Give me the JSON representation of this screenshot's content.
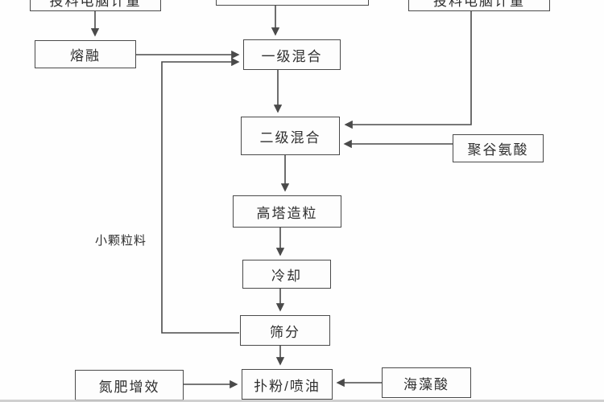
{
  "diagram": {
    "nodes": {
      "feed_left": {
        "label": "投料电脑计量"
      },
      "feed_middle": {
        "label": ""
      },
      "feed_right": {
        "label": "投料电脑计量"
      },
      "melting": {
        "label": "熔融"
      },
      "mix_stage1": {
        "label": "一级混合"
      },
      "mix_stage2": {
        "label": "二级混合"
      },
      "polyglutamic_acid": {
        "label": "聚谷氨酸"
      },
      "tower_granulation": {
        "label": "高塔造粒"
      },
      "cooling": {
        "label": "冷却"
      },
      "sieving": {
        "label": "筛分"
      },
      "nitrogen_booster": {
        "label": "氮肥增效"
      },
      "powder_oil_spray": {
        "label": "扑粉/喷油"
      },
      "alginic_acid": {
        "label": "海藻酸"
      }
    },
    "labels": {
      "small_particles": {
        "text": "小颗粒料"
      }
    },
    "colors": {
      "line": "#4a4a4a",
      "text": "#2f2f2f",
      "background": "#ffffff"
    }
  }
}
